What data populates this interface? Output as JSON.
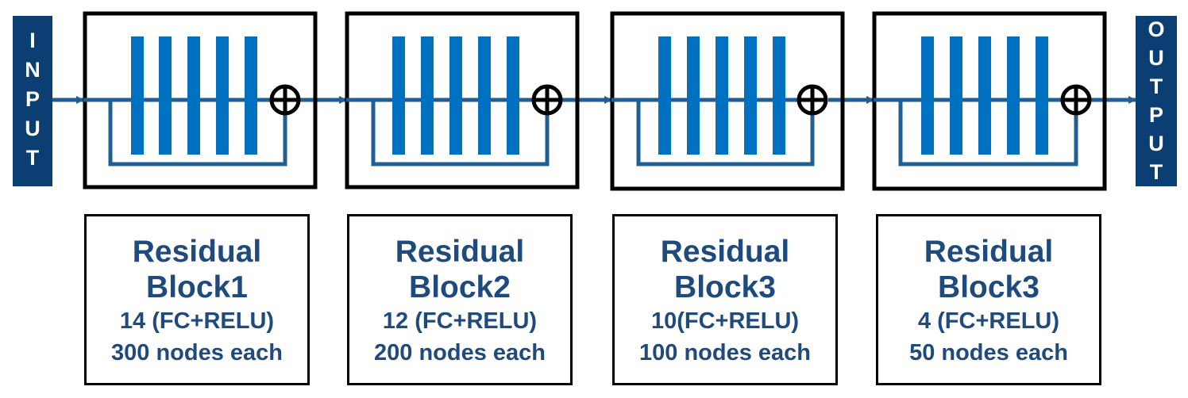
{
  "input_letters": [
    "I",
    "N",
    "P",
    "U",
    "T"
  ],
  "output_letters": [
    "O",
    "U",
    "T",
    "P",
    "U",
    "T"
  ],
  "blocks": [
    {
      "title1": "Residual",
      "title2": "Block1",
      "layers": "14 (FC+RELU)",
      "nodes": "300 nodes each"
    },
    {
      "title1": "Residual",
      "title2": "Block2",
      "layers": "12 (FC+RELU)",
      "nodes": "200 nodes each"
    },
    {
      "title1": "Residual",
      "title2": "Block3",
      "layers": "10(FC+RELU)",
      "nodes": "100 nodes each"
    },
    {
      "title1": "Residual",
      "title2": "Block3",
      "layers": "4 (FC+RELU)",
      "nodes": "50 nodes each"
    }
  ],
  "colors": {
    "io_fill": "#0b3f73",
    "layer_bar": "#0070c0",
    "connector": "#1f5f96",
    "label_text": "#1f4a7d"
  }
}
